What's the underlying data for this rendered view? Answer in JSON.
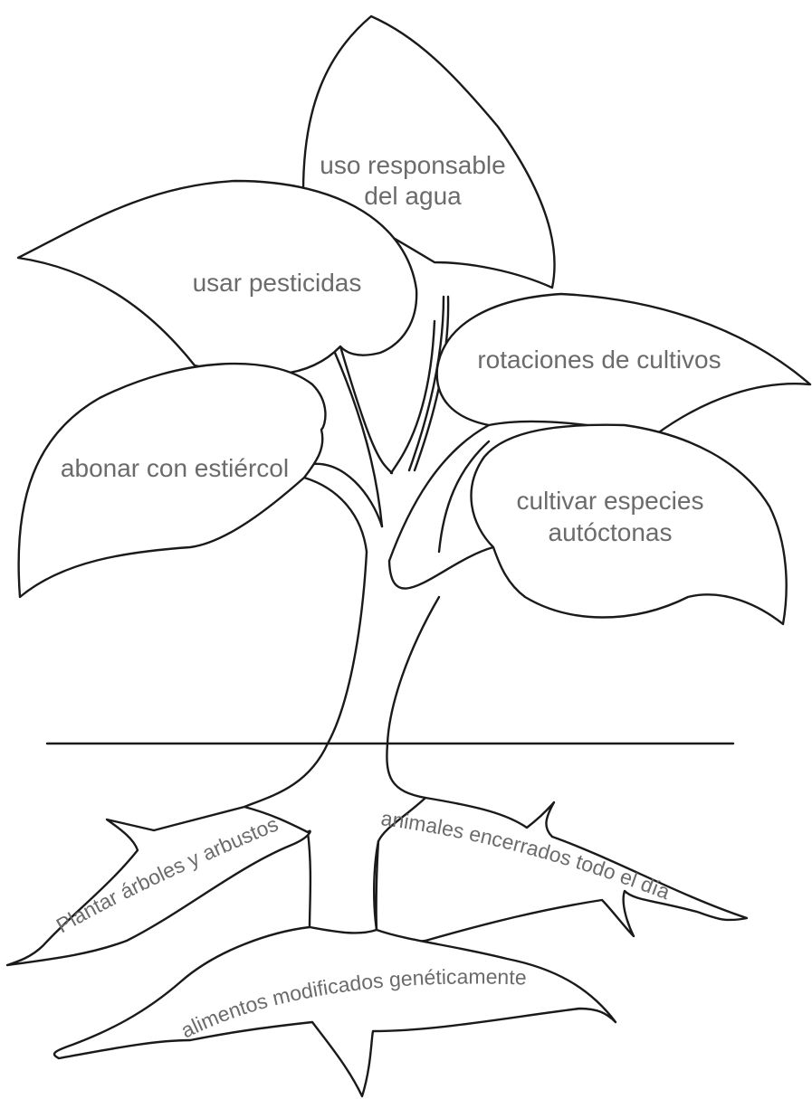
{
  "leaves": {
    "water": [
      "uso responsable",
      "del agua"
    ],
    "pesticides": [
      "usar pesticidas"
    ],
    "rotation": [
      "rotaciones de cultivos"
    ],
    "manure": [
      "abonar con estiércol"
    ],
    "native": [
      "cultivar especies",
      "autóctonas"
    ]
  },
  "roots": {
    "plant_trees": "Plantar árboles y arbustos",
    "animals": "animales encerrados todo el día",
    "gmo": "alimentos modificados genéticamente"
  },
  "colors": {
    "line": "#1a1a1a",
    "text": "#6b6b6b",
    "background": "#ffffff"
  }
}
